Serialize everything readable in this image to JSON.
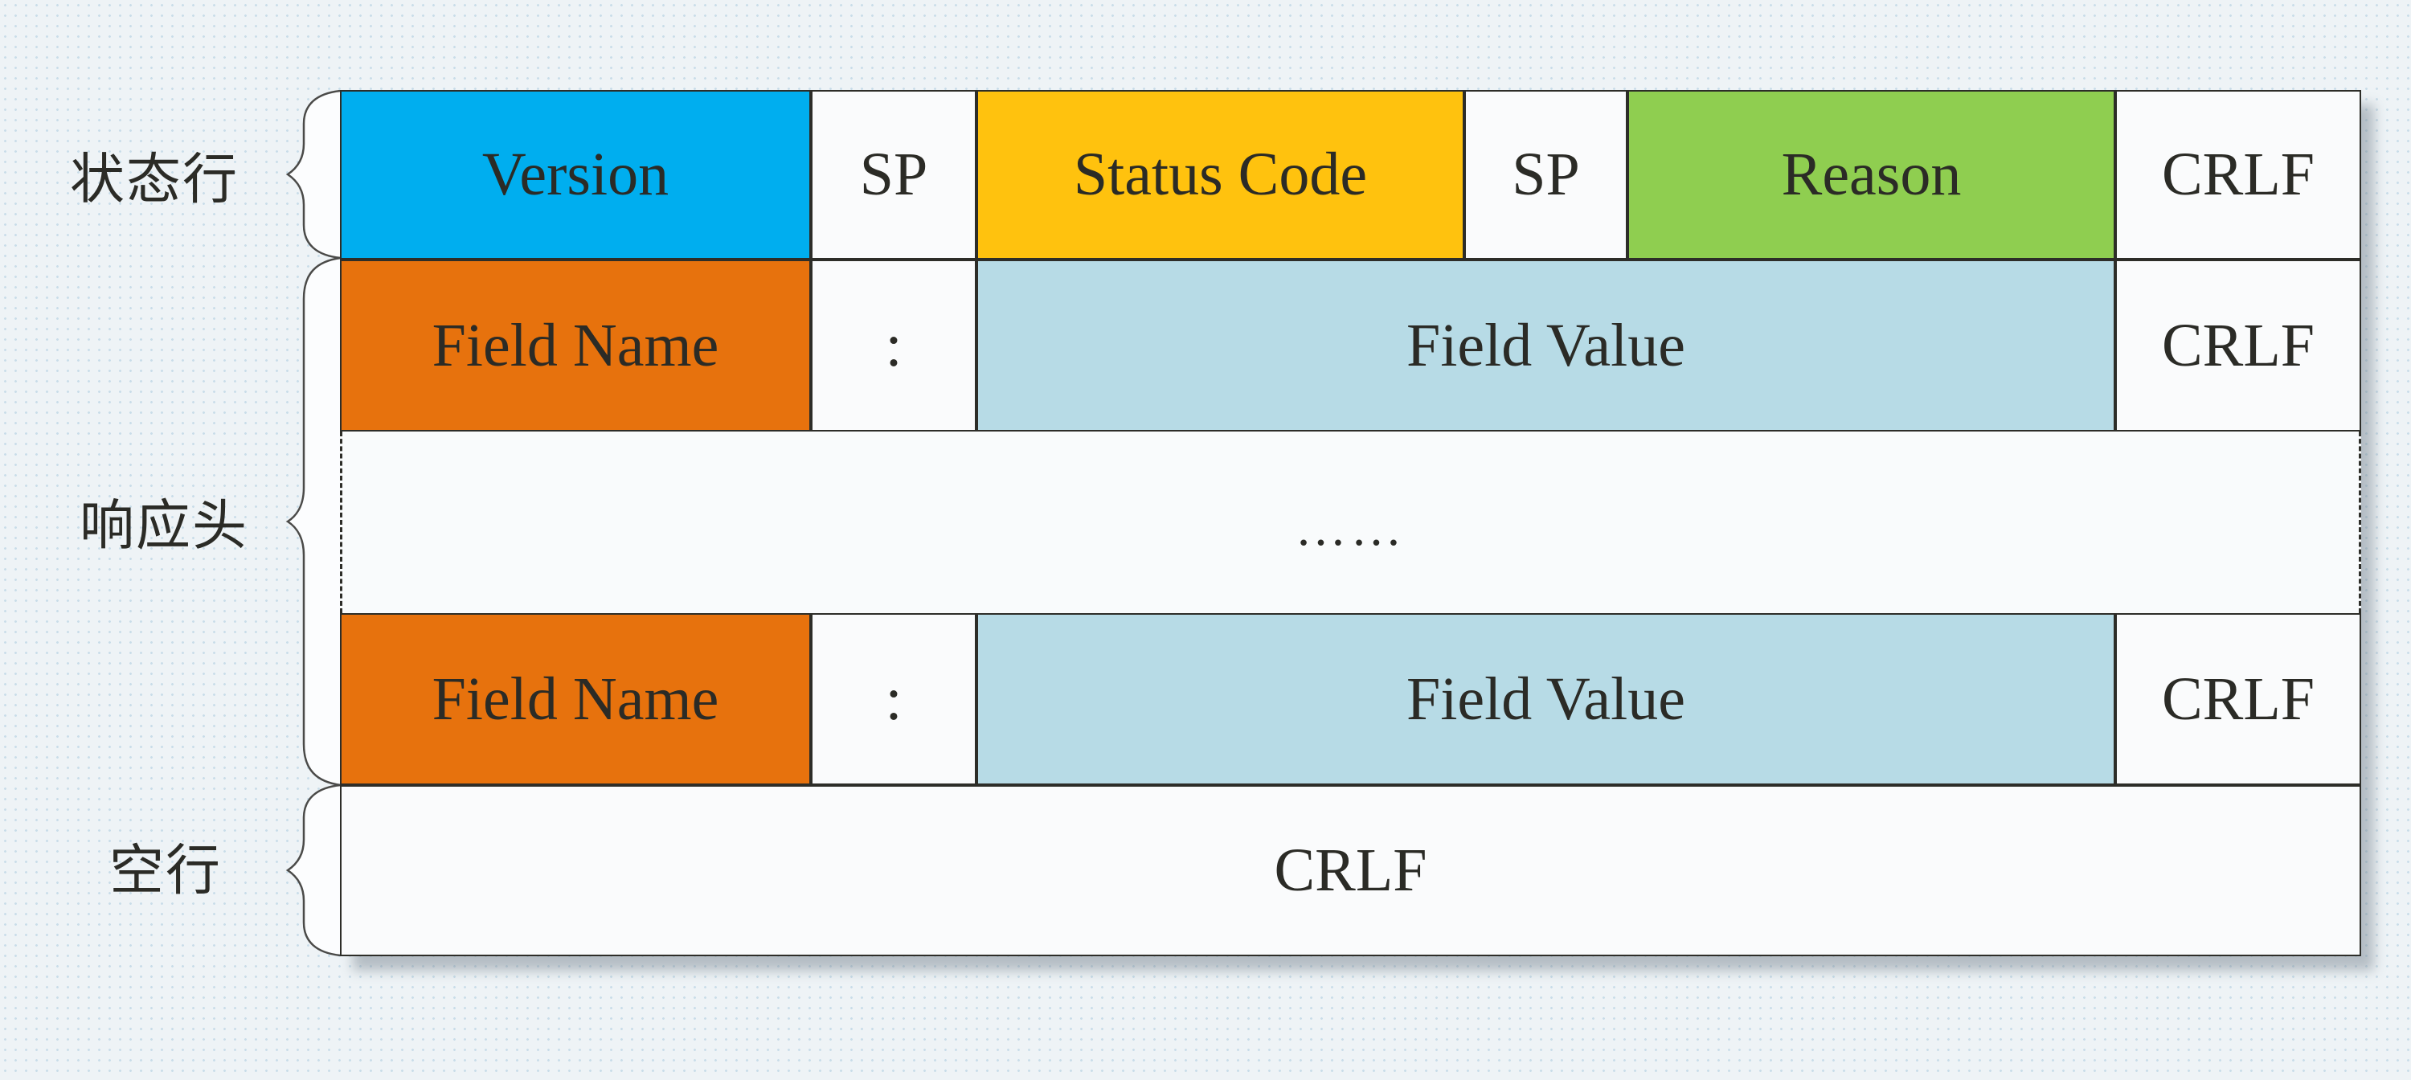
{
  "colors": {
    "version": "#00AEEF",
    "status_code": "#FFC20E",
    "reason": "#8FCE50",
    "field_name": "#E7720D",
    "field_value": "#B7DBE6",
    "cell_white": "#FAFBFC",
    "border": "#2D2D28",
    "text": "#2B2B26",
    "background": "#EEF3F6"
  },
  "group_labels": {
    "status_line": "状态行",
    "response_headers": "响应头",
    "blank_line": "空行"
  },
  "status_line": {
    "version": "Version",
    "sp1": "SP",
    "status_code": "Status Code",
    "sp2": "SP",
    "reason": "Reason",
    "crlf": "CRLF"
  },
  "header_row_1": {
    "field_name": "Field Name",
    "colon": ":",
    "field_value": "Field Value",
    "crlf": "CRLF"
  },
  "ellipsis": "……",
  "header_row_2": {
    "field_name": "Field Name",
    "colon": ":",
    "field_value": "Field Value",
    "crlf": "CRLF"
  },
  "blank_line": {
    "crlf": "CRLF"
  }
}
